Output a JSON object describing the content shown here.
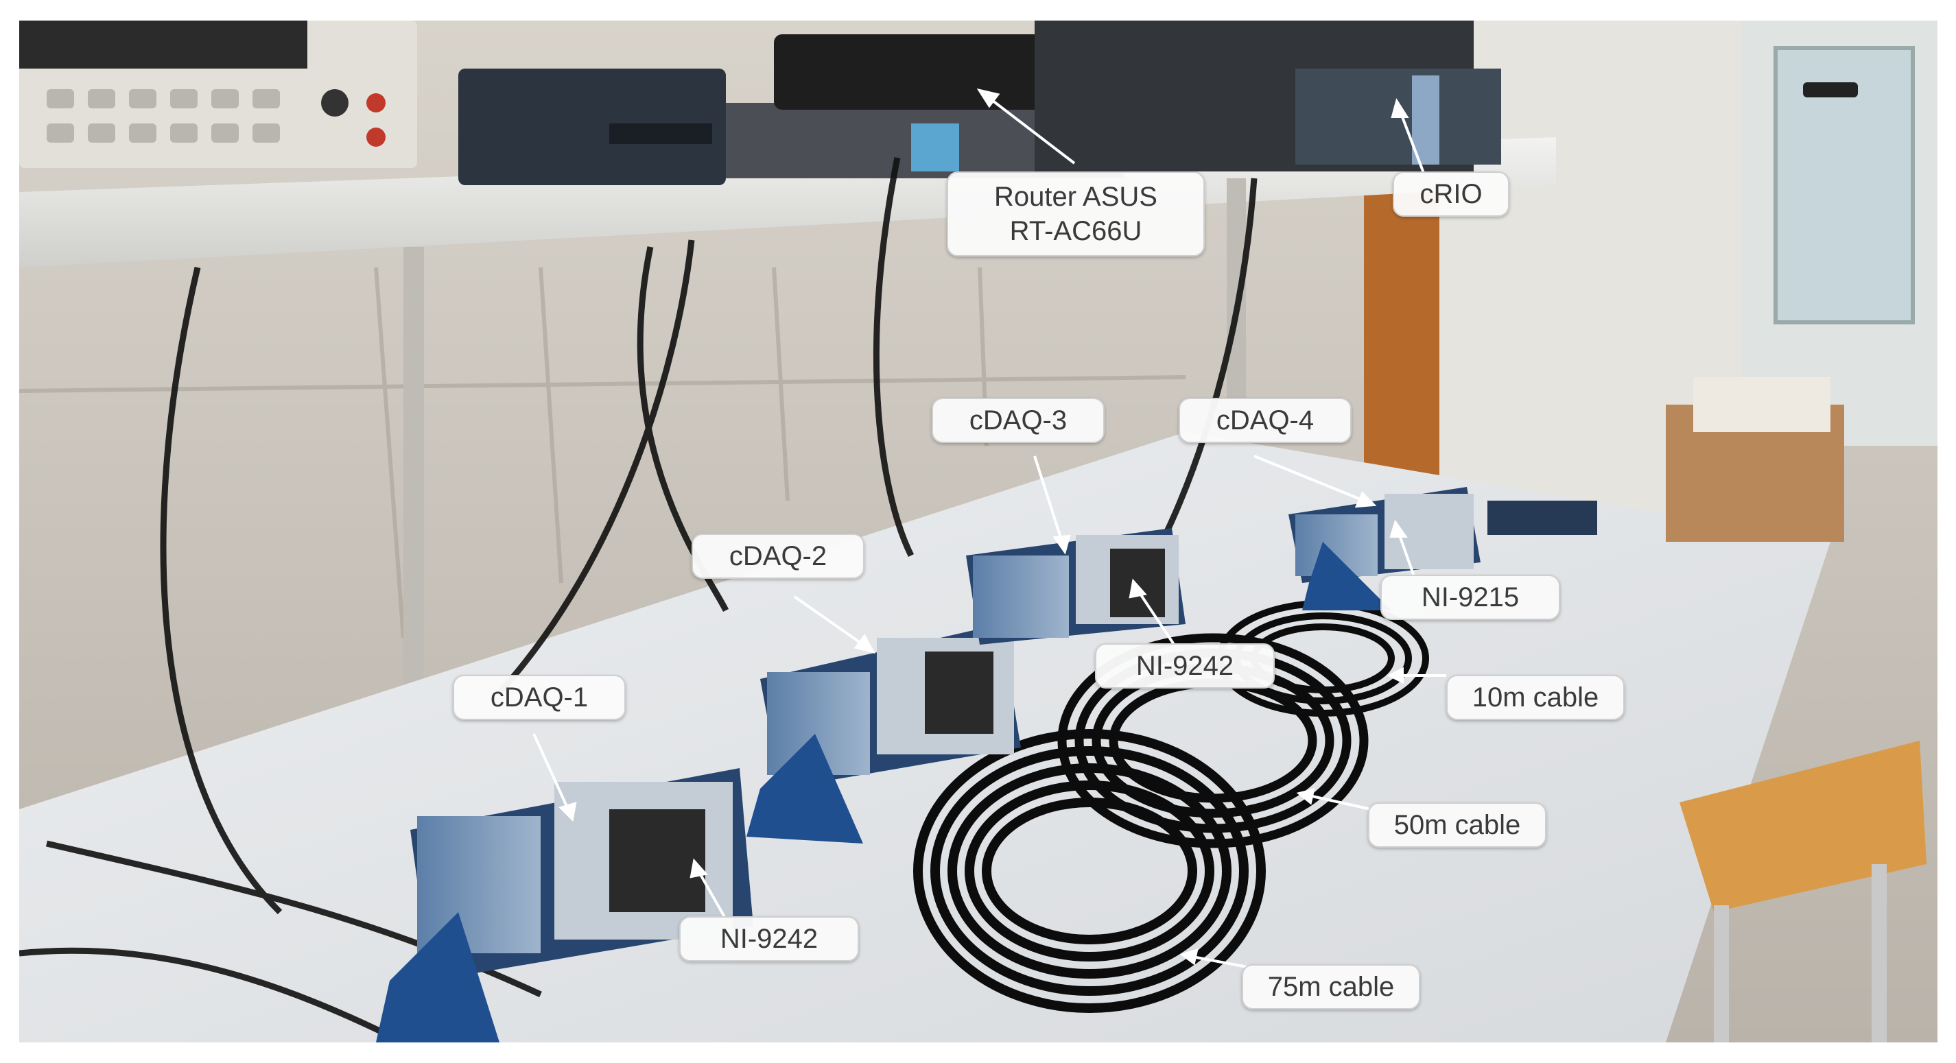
{
  "photo": {
    "description_free": true
  },
  "labels": {
    "router_line1": "Router ASUS",
    "router_line2": "RT-AC66U",
    "crio": "cRIO",
    "cdaq1": "cDAQ-1",
    "cdaq2": "cDAQ-2",
    "cdaq3": "cDAQ-3",
    "cdaq4": "cDAQ-4",
    "ni9242_a": "NI-9242",
    "ni9242_b": "NI-9242",
    "ni9215": "NI-9215",
    "cable_10m": "10m cable",
    "cable_50m": "50m cable",
    "cable_75m": "75m cable"
  },
  "colors": {
    "label_bg": "#fafafa",
    "label_text": "#3a3a3a",
    "arrow": "#ffffff",
    "ni_blue": "#1f4f8f"
  }
}
